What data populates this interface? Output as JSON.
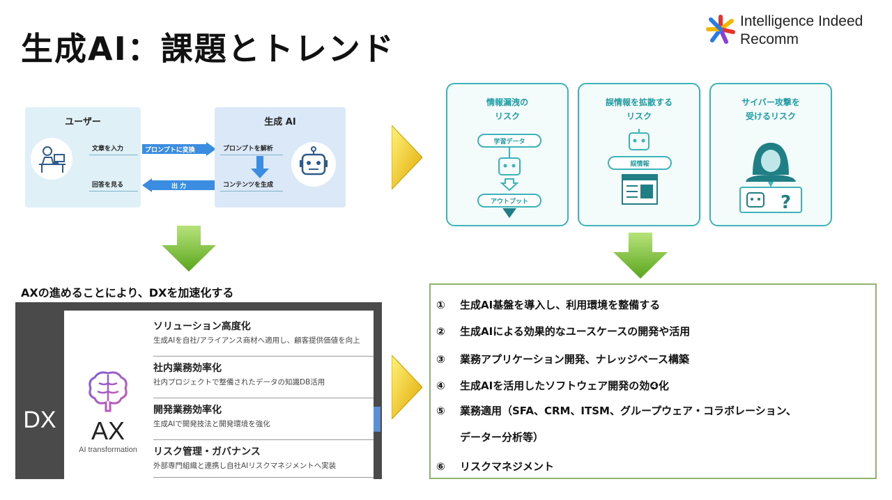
{
  "slide": {
    "title": "生成AI：課題とトレンド"
  },
  "logo": {
    "line1": "Intelligence Indeed",
    "line2": "Recomm",
    "colors": [
      "#e5342b",
      "#2b7be5",
      "#f2b700",
      "#8b3fd6"
    ]
  },
  "interaction_diagram": {
    "user_title": "ユーザー",
    "ai_title": "生成 AI",
    "input_text": "文章を入力",
    "view_answer": "回答を見る",
    "convert_arrow": "プロンプトに変換",
    "output_arrow": "出 力",
    "analyze": "プロンプトを解析",
    "generate": "コンテンツを生成",
    "icons": [
      "user-at-desk-icon",
      "robot-icon"
    ]
  },
  "risks": [
    {
      "title": "情報漏洩の\nリスク",
      "pill_top": "学習データ",
      "pill_bottom": "アウトプット"
    },
    {
      "title": "誤情報を拡散する\nリスク",
      "pill": "誤情報"
    },
    {
      "title": "サイバー攻撃を\n受けるリスク"
    }
  ],
  "ax_section": {
    "caption": "AXの進めることにより、DXを加速化する",
    "dx_label": "DX",
    "ax_label": "AX",
    "ax_sub": "AI transformation",
    "items": [
      {
        "heading": "ソリューション高度化",
        "desc": "生成AIを自社/アライアンス商材へ適用し、顧客提供価値を向上"
      },
      {
        "heading": "社内業務効率化",
        "desc": "社内プロジェクトで整備されたデータの知識DB活用"
      },
      {
        "heading": "開発業務効率化",
        "desc": "生成AIで開発技法と開発環境を強化"
      },
      {
        "heading": "リスク管理・ガバナンス",
        "desc": "外部専門組織と連携し自社AIリスクマネジメントへ実装"
      }
    ]
  },
  "initiatives": [
    {
      "num": "①",
      "text": "生成AI基盤を導入し、利用環境を整備する"
    },
    {
      "num": "②",
      "text": "生成AIによる効果的なユースケースの開発や活用"
    },
    {
      "num": "③",
      "text": "業務アプリケーション開発、ナレッジベース構築"
    },
    {
      "num": "④",
      "text": "生成AIを活用したソフトウェア開発の効❹化"
    },
    {
      "num": "⑤",
      "text": "業務適用（SFA、CRM、ITSM、グループウェア・コラボレーション、"
    },
    {
      "num": "",
      "text": "データー分析等）"
    },
    {
      "num": "⑥",
      "text": "リスクマネジメント"
    }
  ],
  "colors": {
    "teal": "#3bb3b8",
    "blue_arrow": "#3a8de0",
    "green_arrow": "#7cc23a",
    "yellow_chevron": "#f2c400",
    "list_border": "#8fb36a"
  }
}
